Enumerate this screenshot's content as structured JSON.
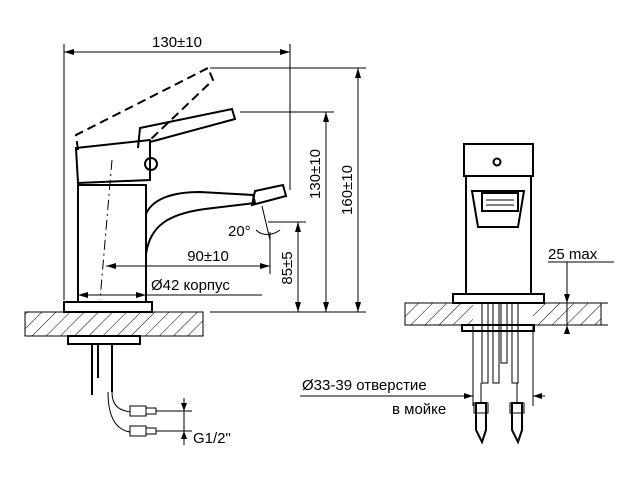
{
  "dimensions": {
    "width_total": "130±10",
    "height_total": "160±10",
    "height_spout_top": "130±10",
    "height_spout_bottom": "85±5",
    "spout_reach": "90±10",
    "spout_angle": "20°",
    "body_diameter": "Ø42  корпус",
    "counter_thickness": "25 max",
    "hole_diameter_line1": "Ø33-39 отверстие",
    "hole_diameter_line2": "в мойке",
    "connection_thread": "G1/2\""
  }
}
